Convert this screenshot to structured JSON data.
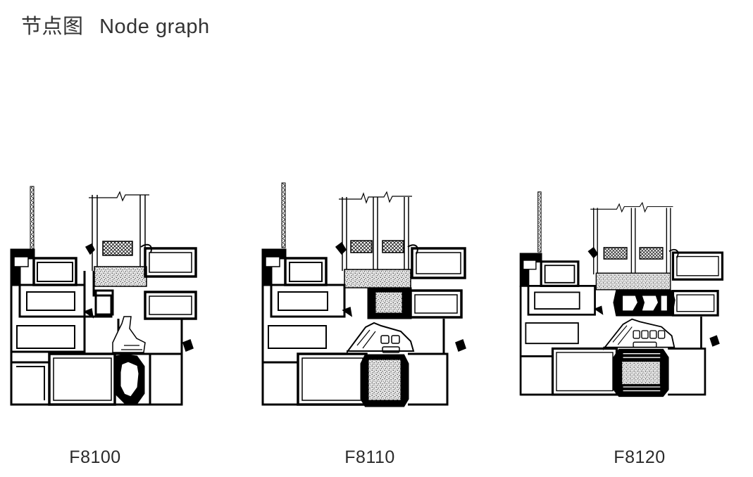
{
  "header": {
    "title_cn": "节点图",
    "title_en": "Node graph"
  },
  "drawings": [
    {
      "model": "F8100"
    },
    {
      "model": "F8110"
    },
    {
      "model": "F8120"
    }
  ]
}
